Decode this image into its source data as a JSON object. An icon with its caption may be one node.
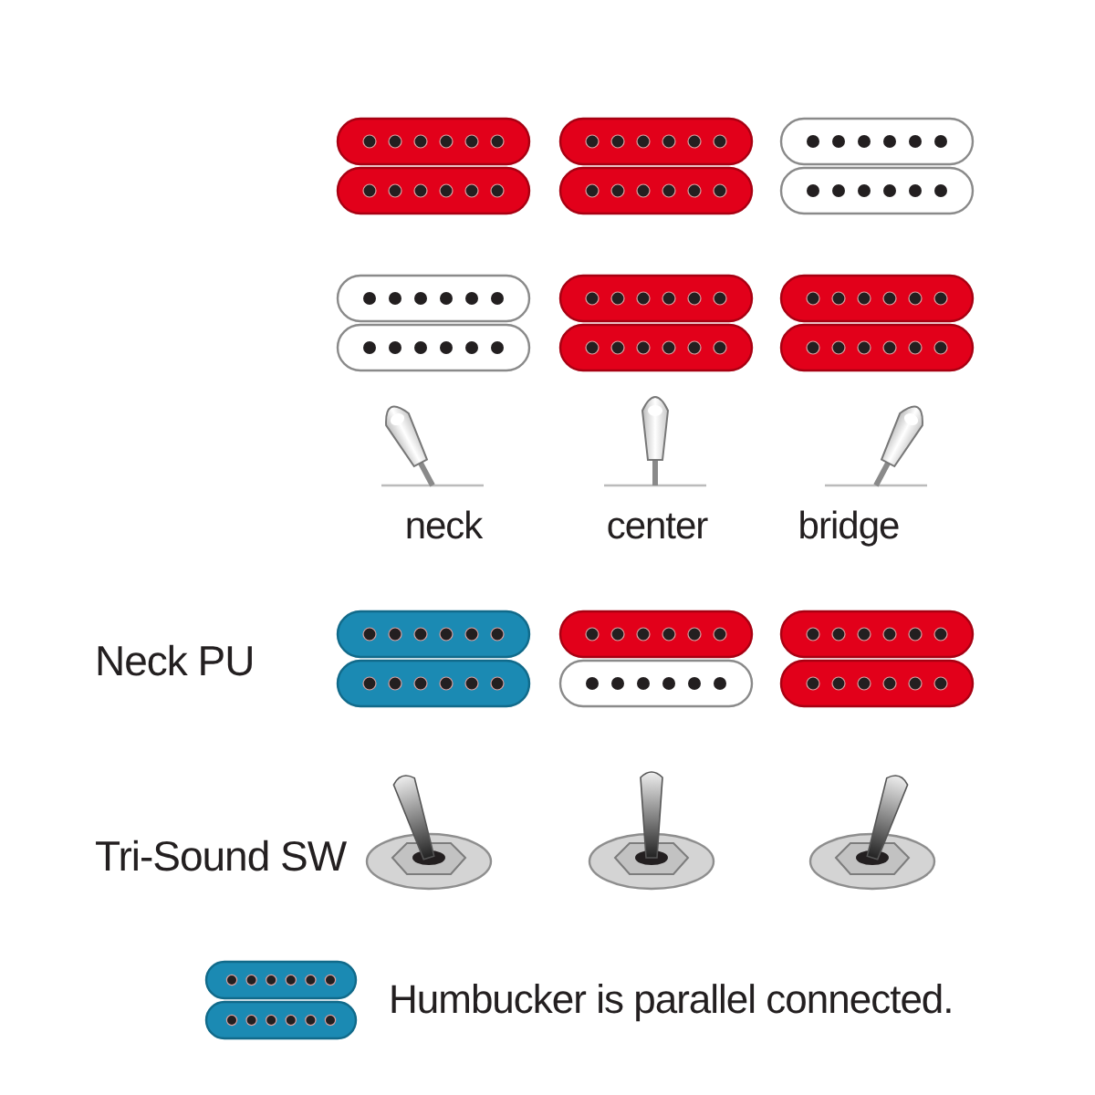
{
  "diagram": {
    "labels": [
      "neck",
      "center",
      "bridge",
      "Neck PU",
      "Tri-Sound SW"
    ],
    "legend": [
      {
        "text": "Humbucker is parallel connected."
      }
    ]
  }
}
